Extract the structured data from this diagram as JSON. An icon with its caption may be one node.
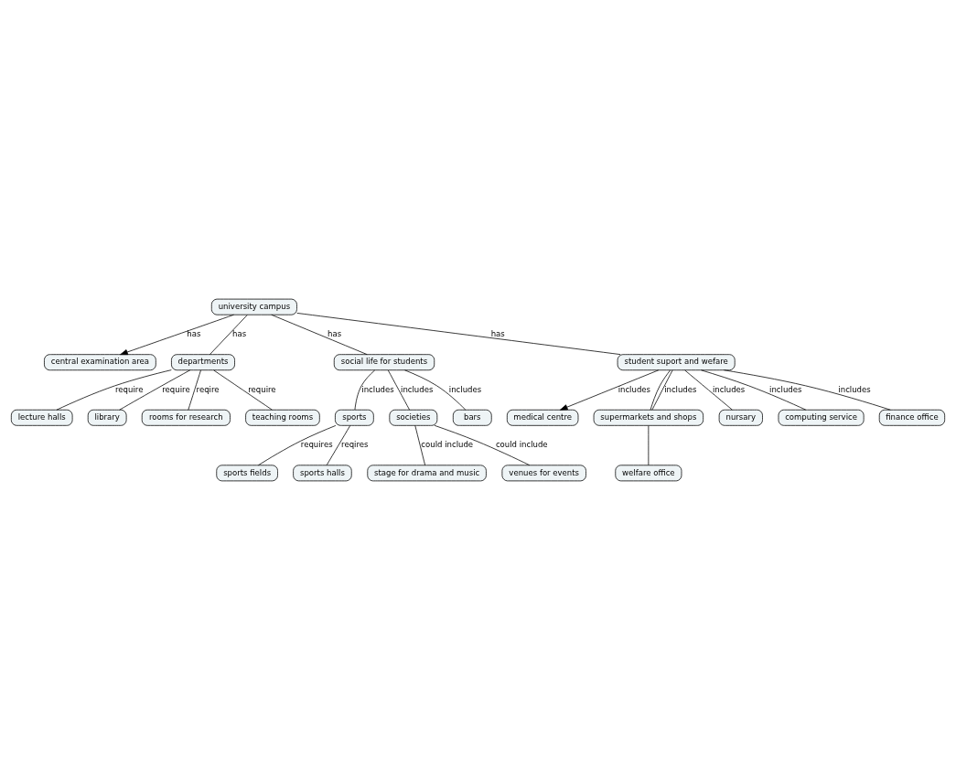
{
  "diagram": {
    "nodes": [
      {
        "text": [
          "university campus"
        ]
      },
      {
        "text": [
          "central examination area"
        ]
      },
      {
        "text": [
          "departments"
        ]
      },
      {
        "text": [
          "social life for students"
        ]
      },
      {
        "text": [
          "lecture halls"
        ]
      },
      {
        "text": [
          "library"
        ]
      },
      {
        "text": [
          "rooms for research"
        ]
      },
      {
        "text": [
          "teaching rooms"
        ]
      },
      {
        "text": [
          "sports"
        ]
      },
      {
        "text": [
          "societies"
        ]
      },
      {
        "text": [
          "bars"
        ]
      },
      {
        "text": [
          "sports fields"
        ]
      },
      {
        "text": [
          "sports halls"
        ]
      },
      {
        "text": [
          "stage for drama and music"
        ]
      },
      {
        "text": [
          "venues for events"
        ]
      },
      {
        "text": [
          "student suport and wefare"
        ]
      },
      {
        "text": [
          "medical centre"
        ]
      },
      {
        "text": [
          "supermarkets and shops"
        ]
      },
      {
        "text": [
          "nursary"
        ]
      },
      {
        "text": [
          "computing service"
        ]
      },
      {
        "text": [
          "welfare office"
        ]
      },
      {
        "text": [
          "finance office"
        ]
      }
    ],
    "edges": [
      {
        "from": 0,
        "to": 1,
        "arrow": "to",
        "label": "has"
      },
      {
        "from": 0,
        "to": 2,
        "arrow": "none",
        "label": "has"
      },
      {
        "from": 0,
        "to": 15,
        "arrow": "none",
        "label": "has"
      },
      {
        "from": 0,
        "to": 3,
        "arrow": "none",
        "label": "has"
      },
      {
        "from": 2,
        "to": 4,
        "arrow": "none",
        "label": "require"
      },
      {
        "from": 2,
        "to": 5,
        "arrow": "none",
        "label": "require"
      },
      {
        "from": 2,
        "to": 6,
        "arrow": "none",
        "label": "reqire"
      },
      {
        "from": 2,
        "to": 7,
        "arrow": "none",
        "label": "require"
      },
      {
        "from": 3,
        "to": 10,
        "arrow": "none",
        "label": "includes"
      },
      {
        "from": 3,
        "to": 9,
        "arrow": "none",
        "label": "includes"
      },
      {
        "from": 3,
        "to": 8,
        "arrow": "none",
        "label": "includes"
      },
      {
        "from": 8,
        "to": 11,
        "arrow": "none",
        "label": "requires"
      },
      {
        "from": 8,
        "to": 12,
        "arrow": "none",
        "label": "reqires"
      },
      {
        "from": 9,
        "to": 14,
        "arrow": "none",
        "label": "could include"
      },
      {
        "from": 9,
        "to": 13,
        "arrow": "none",
        "label": "could include"
      },
      {
        "from": 15,
        "to": 16,
        "arrow": "to",
        "label": "includes"
      },
      {
        "from": 15,
        "to": 19,
        "arrow": "none",
        "label": "includes"
      },
      {
        "from": 15,
        "to": 21,
        "arrow": "none",
        "label": "includes"
      },
      {
        "from": 15,
        "to": 17,
        "arrow": "none"
      },
      {
        "from": 15,
        "to": 17,
        "arrow": "none",
        "label": "includes"
      },
      {
        "from": 15,
        "to": 18,
        "arrow": "none",
        "label": "includes"
      },
      {
        "from": 17,
        "to": 20,
        "arrow": "none"
      }
    ]
  }
}
